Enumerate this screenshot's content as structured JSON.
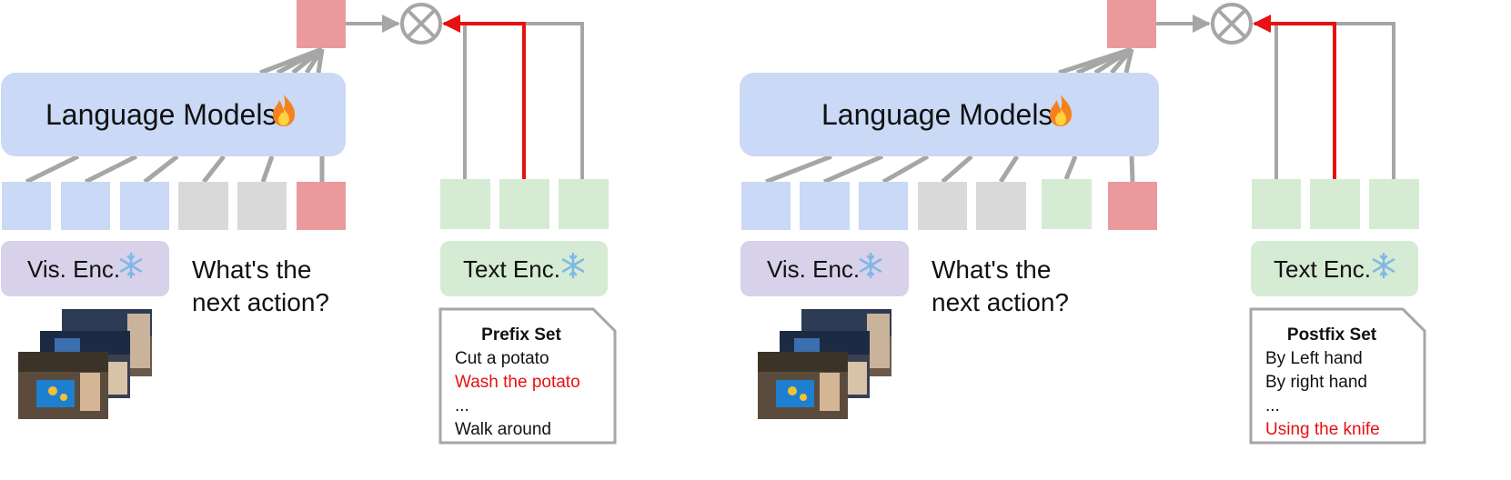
{
  "colors": {
    "language_model_fill": "#c9d9f6",
    "visual_token": "#c9d9f6",
    "text_token": "#d9d9d9",
    "candidate_token": "#d6ebd3",
    "output_token": "#ea9a9c",
    "vis_encoder_fill": "#d8d1ea",
    "text_encoder_fill": "#d6ebd3",
    "connector": "#a6a6a6",
    "highlight": "#e81010"
  },
  "icons": {
    "trainable": "fire-icon",
    "frozen": "snowflake-icon",
    "combine": "multiply-circle-icon",
    "frames": "video-frames-icon"
  },
  "panels": [
    {
      "language_model_label": "Language Models",
      "vis_encoder_label": "Vis. Enc.",
      "text_encoder_label": "Text Enc.",
      "question_lines": [
        "What's the",
        "next action?"
      ],
      "card": {
        "title": "Prefix Set",
        "items": [
          {
            "text": "Cut a potato",
            "highlight": false
          },
          {
            "text": "Wash the potato",
            "highlight": true
          },
          {
            "text": "...",
            "highlight": false
          },
          {
            "text": "Walk around",
            "highlight": false
          }
        ]
      }
    },
    {
      "language_model_label": "Language Models",
      "vis_encoder_label": "Vis. Enc.",
      "text_encoder_label": "Text Enc.",
      "question_lines": [
        "What's the",
        "next action?"
      ],
      "card": {
        "title": "Postfix Set",
        "items": [
          {
            "text": "By Left hand",
            "highlight": false
          },
          {
            "text": "By right hand",
            "highlight": false
          },
          {
            "text": "...",
            "highlight": false
          },
          {
            "text": "Using the knife",
            "highlight": true
          }
        ]
      }
    }
  ]
}
